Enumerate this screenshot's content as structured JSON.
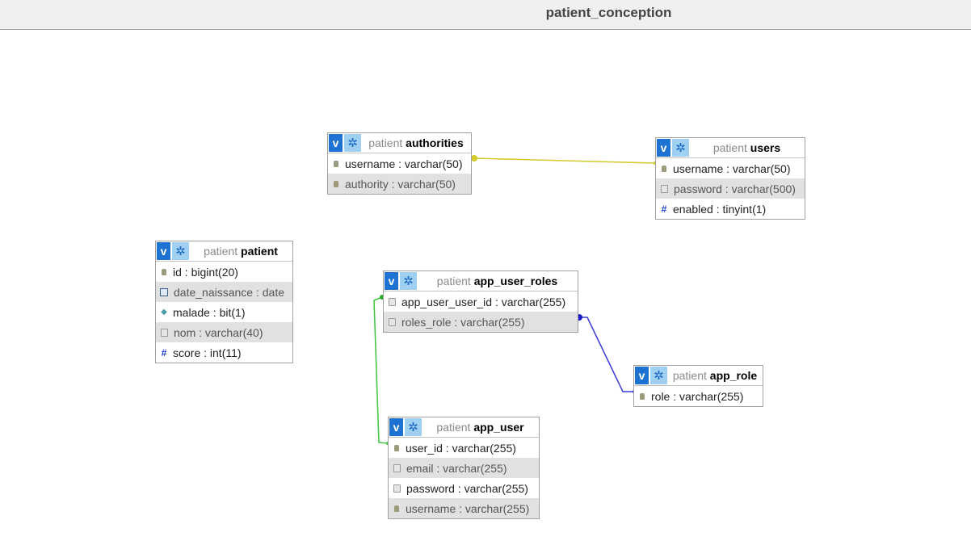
{
  "window": {
    "title": "patient_conception"
  },
  "tables": {
    "authorities": {
      "db": "patient",
      "name": "authorities",
      "columns": [
        {
          "label": "username : varchar(50)",
          "icon": "key"
        },
        {
          "label": "authority : varchar(50)",
          "icon": "key"
        }
      ]
    },
    "users": {
      "db": "patient",
      "name": "users",
      "columns": [
        {
          "label": "username : varchar(50)",
          "icon": "key"
        },
        {
          "label": "password : varchar(500)",
          "icon": "column"
        },
        {
          "label": "enabled : tinyint(1)",
          "icon": "hash"
        }
      ]
    },
    "patient": {
      "db": "patient",
      "name": "patient",
      "columns": [
        {
          "label": "id : bigint(20)",
          "icon": "key"
        },
        {
          "label": "date_naissance : date",
          "icon": "date"
        },
        {
          "label": "malade : bit(1)",
          "icon": "bit"
        },
        {
          "label": "nom : varchar(40)",
          "icon": "column"
        },
        {
          "label": "score : int(11)",
          "icon": "hash"
        }
      ]
    },
    "app_user_roles": {
      "db": "patient",
      "name": "app_user_roles",
      "columns": [
        {
          "label": "app_user_user_id : varchar(255)",
          "icon": "column"
        },
        {
          "label": "roles_role : varchar(255)",
          "icon": "column"
        }
      ]
    },
    "app_role": {
      "db": "patient",
      "name": "app_role",
      "columns": [
        {
          "label": "role : varchar(255)",
          "icon": "key"
        }
      ]
    },
    "app_user": {
      "db": "patient",
      "name": "app_user",
      "columns": [
        {
          "label": "user_id : varchar(255)",
          "icon": "key"
        },
        {
          "label": "email : varchar(255)",
          "icon": "column"
        },
        {
          "label": "password : varchar(255)",
          "icon": "column"
        },
        {
          "label": "username : varchar(255)",
          "icon": "key"
        }
      ]
    }
  },
  "header_buttons": {
    "view_label": "v",
    "options_icon": "gear-icon"
  },
  "colors": {
    "link_authorities_users": "#d4c92a",
    "link_roles_app_role": "#3a3ad6",
    "link_roles_app_user": "#3ec43e",
    "header_blue": "#1e73d2",
    "header_light_blue": "#9fd0f2"
  }
}
